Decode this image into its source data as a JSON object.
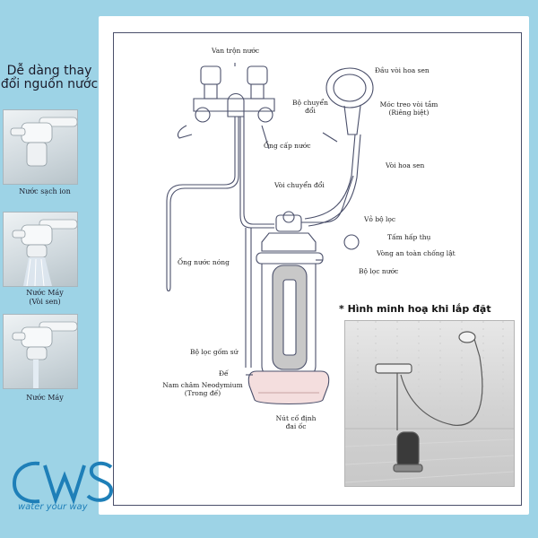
{
  "left_panel": {
    "title_line1": "Dễ dàng thay",
    "title_line2": "đổi nguồn nước",
    "photos": [
      {
        "caption_line1": "Nước sạch ion",
        "caption_line2": ""
      },
      {
        "caption_line1": "Nước Máy",
        "caption_line2": "(Vòi sen)"
      },
      {
        "caption_line1": "Nước Máy",
        "caption_line2": ""
      }
    ]
  },
  "diagram": {
    "labels": {
      "mixing_valve": "Van trộn nước",
      "shower_head": "Đầu vòi hoa sen",
      "diverter_1": "Bộ chuyển",
      "diverter_2": "đổi",
      "hook_1": "Móc treo vòi tắm",
      "hook_2": "(Riêng biệt)",
      "supply_pipe": "Ống cấp nước",
      "shower_hose": "Vòi hoa sen",
      "diverter_tap": "Vòi chuyển đổi",
      "filter_housing": "Vỏ bộ lọc",
      "absorber": "Tấm hấp thụ",
      "safety_ring": "Vòng an toàn chống lật",
      "hot_pipe": "Ống nước nóng",
      "water_filter": "Bộ lọc nước",
      "ceramic_filter": "Bộ lọc gốm sứ",
      "base": "Đế",
      "magnet_1": "Nam châm Neodymium",
      "magnet_2": "(Trong đế)",
      "nut_1": "Nút cố định",
      "nut_2": "đai ốc"
    }
  },
  "install": {
    "title": "* Hình minh hoạ khi lắp đặt"
  },
  "brand": {
    "logo_text": "CWS",
    "tagline": "water your way",
    "color": "#1e7fb8"
  }
}
